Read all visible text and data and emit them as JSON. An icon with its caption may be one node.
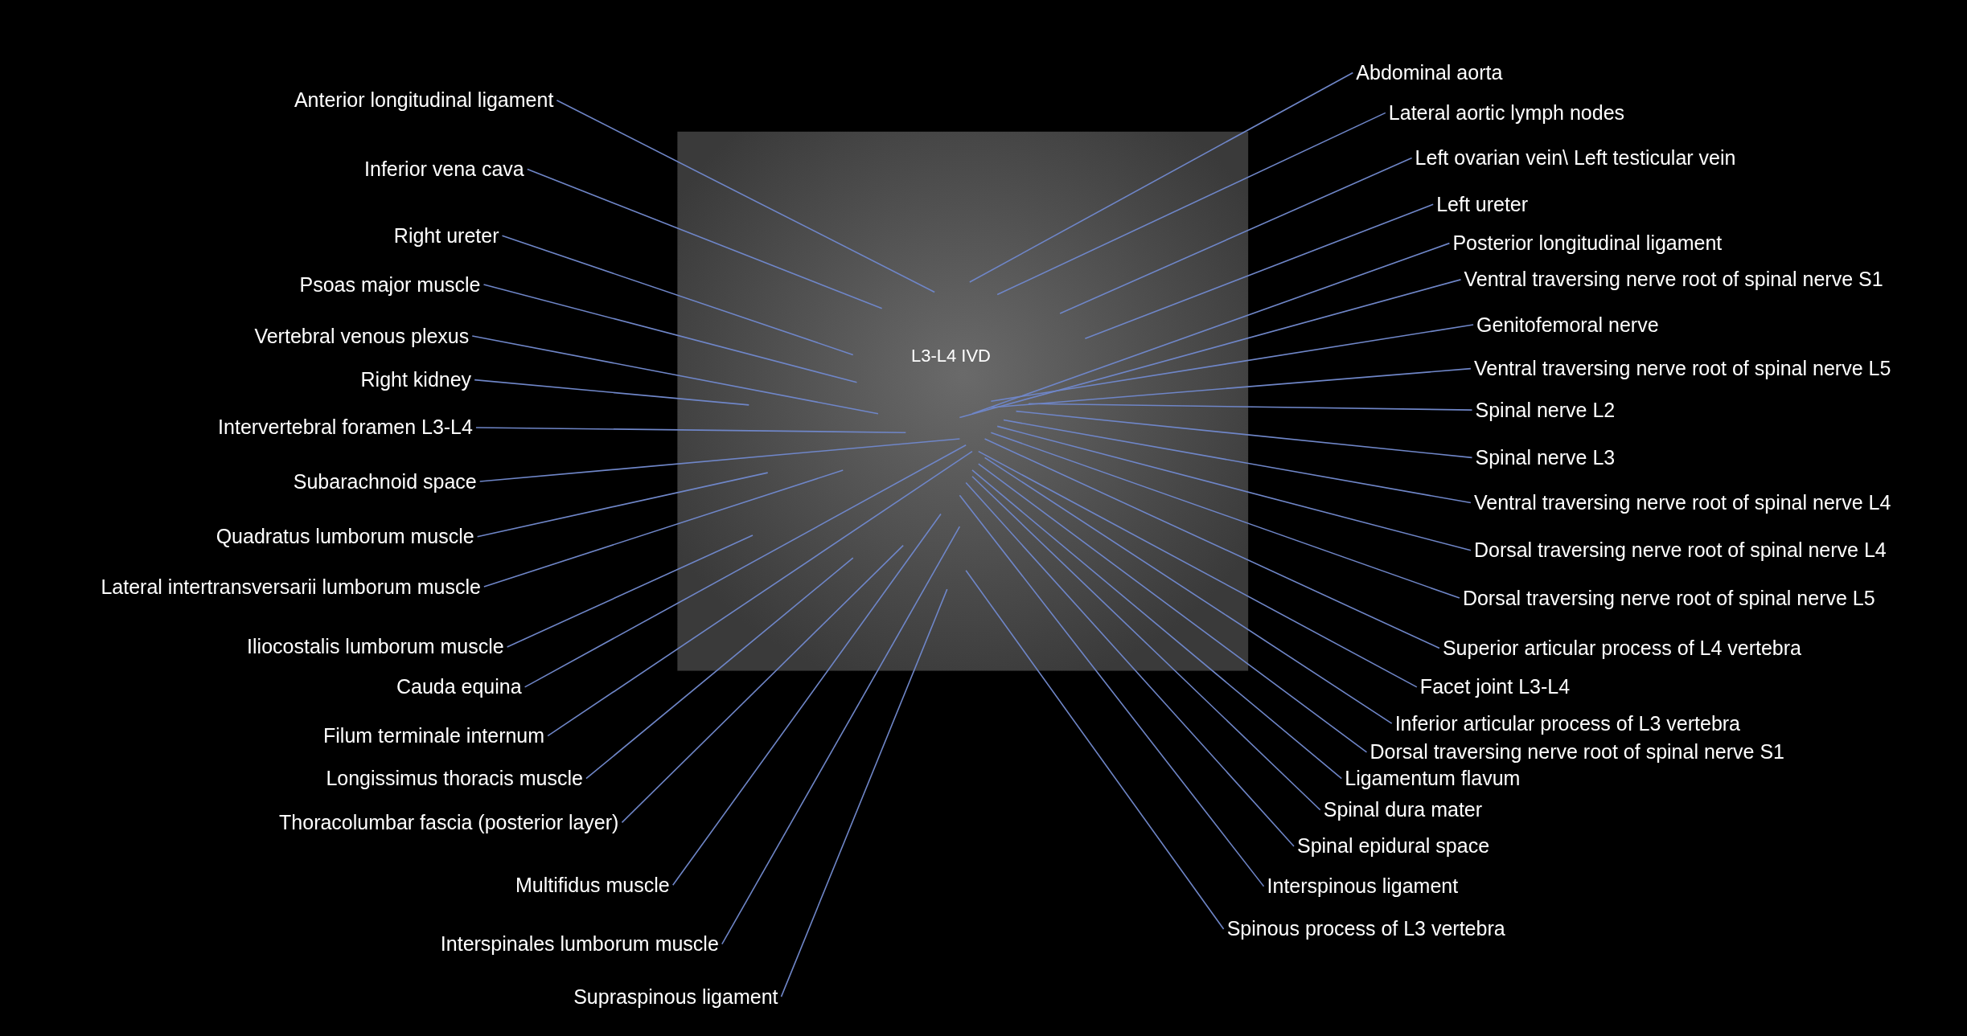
{
  "diagram": {
    "nodes": [
      {
        "text": [
          "Anterior longitudinal ligament"
        ]
      },
      {
        "text": [
          "Inferior vena cava"
        ]
      },
      {
        "text": [
          "Right ureter"
        ]
      },
      {
        "text": [
          "Psoas major muscle"
        ]
      },
      {
        "text": [
          "Vertebral venous plexus"
        ]
      },
      {
        "text": [
          "Right kidney"
        ]
      },
      {
        "text": [
          "Intervertebral foramen L3-L4"
        ]
      },
      {
        "text": [
          "Subarachnoid space"
        ]
      },
      {
        "text": [
          "Quadratus lumborum muscle"
        ]
      },
      {
        "text": [
          "Lateral intertransversarii lumborum muscle"
        ]
      },
      {
        "text": [
          "Iliocostalis lumborum muscle"
        ]
      },
      {
        "text": [
          "Cauda equina"
        ]
      },
      {
        "text": [
          "Filum terminale internum"
        ]
      },
      {
        "text": [
          "Longissimus thoracis muscle"
        ]
      },
      {
        "text": [
          "Thoracolumbar fascia (posterior layer)"
        ]
      },
      {
        "text": [
          "Multifidus muscle"
        ]
      },
      {
        "text": [
          "Interspinales lumborum muscle"
        ]
      },
      {
        "text": [
          "Supraspinous ligament"
        ]
      },
      {
        "text": [
          "Abdominal aorta"
        ]
      },
      {
        "text": [
          "Lateral aortic lymph nodes"
        ]
      },
      {
        "text": [
          "Left ovarian vein\\ Left testicular vein"
        ]
      },
      {
        "text": [
          "Left ureter"
        ]
      },
      {
        "text": [
          "Posterior longitudinal ligament"
        ]
      },
      {
        "text": [
          "Ventral traversing nerve root of spinal nerve S1"
        ]
      },
      {
        "text": [
          "Genitofemoral nerve"
        ]
      },
      {
        "text": [
          "Ventral traversing nerve root of spinal nerve L5"
        ]
      },
      {
        "text": [
          "Spinal nerve L2"
        ]
      },
      {
        "text": [
          "Spinal nerve L3"
        ]
      },
      {
        "text": [
          "Ventral traversing nerve root of spinal nerve L4"
        ]
      },
      {
        "text": [
          "Dorsal traversing nerve root of spinal nerve L4"
        ]
      },
      {
        "text": [
          "Dorsal traversing nerve root of spinal nerve L5"
        ]
      },
      {
        "text": [
          "Superior articular process of L4 vertebra"
        ]
      },
      {
        "text": [
          "Facet joint L3-L4"
        ]
      },
      {
        "text": [
          "Inferior articular process of L3 vertebra"
        ]
      },
      {
        "text": [
          "Dorsal traversing nerve root of spinal nerve S1"
        ]
      },
      {
        "text": [
          "Ligamentum flavum"
        ]
      },
      {
        "text": [
          "Spinal dura mater"
        ]
      },
      {
        "text": [
          "Spinal epidural space"
        ]
      },
      {
        "text": [
          "Interspinous ligament"
        ]
      },
      {
        "text": [
          "Spinous process of L3 vertebra"
        ]
      }
    ],
    "edges": [
      {
        "from": 0,
        "to": null,
        "arrow": "none"
      },
      {
        "from": 1,
        "to": null,
        "arrow": "none"
      },
      {
        "from": 2,
        "to": null,
        "arrow": "none"
      },
      {
        "from": 3,
        "to": null,
        "arrow": "none"
      },
      {
        "from": 4,
        "to": null,
        "arrow": "none"
      },
      {
        "from": 5,
        "to": null,
        "arrow": "none"
      },
      {
        "from": 6,
        "to": null,
        "arrow": "none"
      },
      {
        "from": 7,
        "to": null,
        "arrow": "none"
      },
      {
        "from": 8,
        "to": null,
        "arrow": "none"
      },
      {
        "from": 9,
        "to": null,
        "arrow": "none"
      },
      {
        "from": 10,
        "to": null,
        "arrow": "none"
      },
      {
        "from": 11,
        "to": null,
        "arrow": "none"
      },
      {
        "from": 12,
        "to": null,
        "arrow": "none"
      },
      {
        "from": 13,
        "to": null,
        "arrow": "none"
      },
      {
        "from": 14,
        "to": null,
        "arrow": "none"
      },
      {
        "from": 15,
        "to": null,
        "arrow": "none"
      },
      {
        "from": 16,
        "to": null,
        "arrow": "none"
      },
      {
        "from": 17,
        "to": null,
        "arrow": "none"
      },
      {
        "from": 18,
        "to": null,
        "arrow": "none"
      },
      {
        "from": 19,
        "to": null,
        "arrow": "none"
      },
      {
        "from": 20,
        "to": null,
        "arrow": "none"
      },
      {
        "from": 21,
        "to": null,
        "arrow": "none"
      },
      {
        "from": 22,
        "to": null,
        "arrow": "none"
      },
      {
        "from": 23,
        "to": null,
        "arrow": "none"
      },
      {
        "from": 24,
        "to": null,
        "arrow": "none"
      },
      {
        "from": 25,
        "to": null,
        "arrow": "none"
      },
      {
        "from": 26,
        "to": null,
        "arrow": "none"
      },
      {
        "from": 27,
        "to": null,
        "arrow": "none"
      },
      {
        "from": 28,
        "to": null,
        "arrow": "none"
      },
      {
        "from": 29,
        "to": null,
        "arrow": "none"
      },
      {
        "from": 30,
        "to": null,
        "arrow": "none"
      },
      {
        "from": 31,
        "to": null,
        "arrow": "none"
      },
      {
        "from": 32,
        "to": null,
        "arrow": "none"
      },
      {
        "from": 33,
        "to": null,
        "arrow": "none"
      },
      {
        "from": 34,
        "to": null,
        "arrow": "none"
      },
      {
        "from": 35,
        "to": null,
        "arrow": "none"
      },
      {
        "from": 36,
        "to": null,
        "arrow": "none"
      },
      {
        "from": 37,
        "to": null,
        "arrow": "none"
      },
      {
        "from": 38,
        "to": null,
        "arrow": "none"
      },
      {
        "from": 39,
        "to": null,
        "arrow": "none"
      }
    ],
    "labels": [
      "L3-L4 IVD"
    ]
  }
}
